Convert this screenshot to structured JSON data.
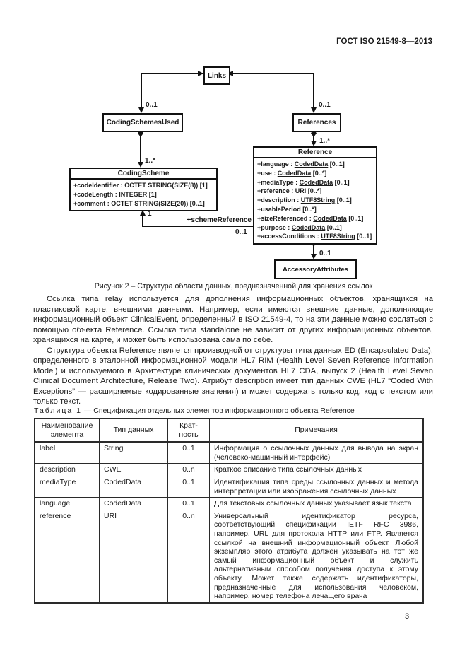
{
  "header": {
    "doc_code": "ГОСТ ISO 21549-8—2013"
  },
  "figure": {
    "nodes": {
      "links": "Links",
      "coding_schemes_used": "CodingSchemesUsed",
      "references": "References",
      "accessory_attributes": "AccessoryAttributes"
    },
    "coding_scheme": {
      "title": "CodingScheme",
      "attributes": [
        {
          "pre": "+codeIdentifier : OCTET STRING(SIZE(8)) [1]",
          "type": "",
          "post": ""
        },
        {
          "pre": "+codeLength : INTEGER [1]",
          "type": "",
          "post": ""
        },
        {
          "pre": "+comment : OCTET STRING(SIZE(20)) [0..1]",
          "type": "",
          "post": ""
        }
      ]
    },
    "reference_class": {
      "title": "Reference",
      "attributes": [
        {
          "pre": "+language : ",
          "type": "CodedData",
          "post": " [0..1]"
        },
        {
          "pre": "+use : ",
          "type": "CodedData",
          "post": " [0..*]"
        },
        {
          "pre": "+mediaType : ",
          "type": "CodedData",
          "post": " [0..1]"
        },
        {
          "pre": "+reference : ",
          "type": "URI",
          "post": " [0..*]"
        },
        {
          "pre": "+description : ",
          "type": "UTF8String",
          "post": " [0..1]"
        },
        {
          "pre": "+usablePeriod [0..*]",
          "type": "",
          "post": ""
        },
        {
          "pre": "+sizeReferenced : ",
          "type": "CodedData",
          "post": " [0..1]"
        },
        {
          "pre": "+purpose : ",
          "type": "CodedData",
          "post": " [0..1]"
        },
        {
          "pre": "+accessConditions : ",
          "type": "UTF8String",
          "post": " [0..1]"
        }
      ]
    },
    "multiplicities": {
      "links_csu": "0..1",
      "links_refs": "0..1",
      "csu_cs": "1..*",
      "refs_ref": "1..*",
      "assoc_cs": "1",
      "assoc_ref": "0..1",
      "ref_acc": "0..1"
    },
    "assoc_label": "+schemeReference",
    "caption": "Рисунок 2 – Структура области данных, предназначенной для хранения ссылок"
  },
  "body": {
    "paragraphs": [
      "Ссылка типа relay используется для дополнения информационных объектов, хранящихся на пластиковой карте, внешними данными. Например, если имеются внешние данные, дополняющие информационный объект ClinicalEvent, определенный в ISO 21549-4, то на эти данные можно сослаться с помощью объекта Reference. Ссылка типа standalone не зависит от других информационных объектов, хранящихся на карте, и может быть использована сама по себе.",
      "Структура объекта Reference является производной от структуры типа данных ED (Encapsulated Data), определенного в эталонной информационной модели HL7 RIM (Health Level Seven Reference Information Model) и используемого в Архитектуре клинических документов HL7 CDA, выпуск 2 (Health Level Seven Clinical Document Architecture, Release Two). Атрибут description имеет тип данных CWE (HL7 “Coded With Exceptions” — расширяемые кодированные значения) и может содержать только код, код с текстом или только текст."
    ]
  },
  "table": {
    "label": "Таблица 1",
    "dash": "—",
    "title": "Спецификация отдельных элементов информационного объекта Reference",
    "headers": [
      "Наименование элемента",
      "Тип данных",
      "Крат-ность",
      "Примечания"
    ],
    "rows": [
      {
        "name": "label",
        "type": "String",
        "card": "0..1",
        "note": "Информация о ссылочных данных для вывода на экран (человеко-машинный интерфейс)"
      },
      {
        "name": "description",
        "type": "CWE",
        "card": "0..n",
        "note": "Краткое описание типа ссылочных данных"
      },
      {
        "name": "mediaType",
        "type": "CodedData",
        "card": "0..1",
        "note": "Идентификация типа среды ссылочных данных и метода интерпретации или изображения ссылочных данных"
      },
      {
        "name": "language",
        "type": "CodedData",
        "card": "0..1",
        "note": "Для текстовых ссылочных данных указывает язык текста"
      },
      {
        "name": "reference",
        "type": "URI",
        "card": "0..n",
        "note": "Универсальный идентификатор ресурса, соответствующий спецификации IETF RFC 3986, например, URL для протокола HTTP или FTP. Является ссылкой на внешний информационный объект. Любой экземпляр этого атрибута должен указывать на тот же самый информационный объект и служить альтернативным способом получения доступа к этому объекту. Может также содержать идентификаторы, предназначенные для использования человеком, например, номер телефона лечащего врача"
      }
    ]
  },
  "footer": {
    "page_number": "3"
  }
}
